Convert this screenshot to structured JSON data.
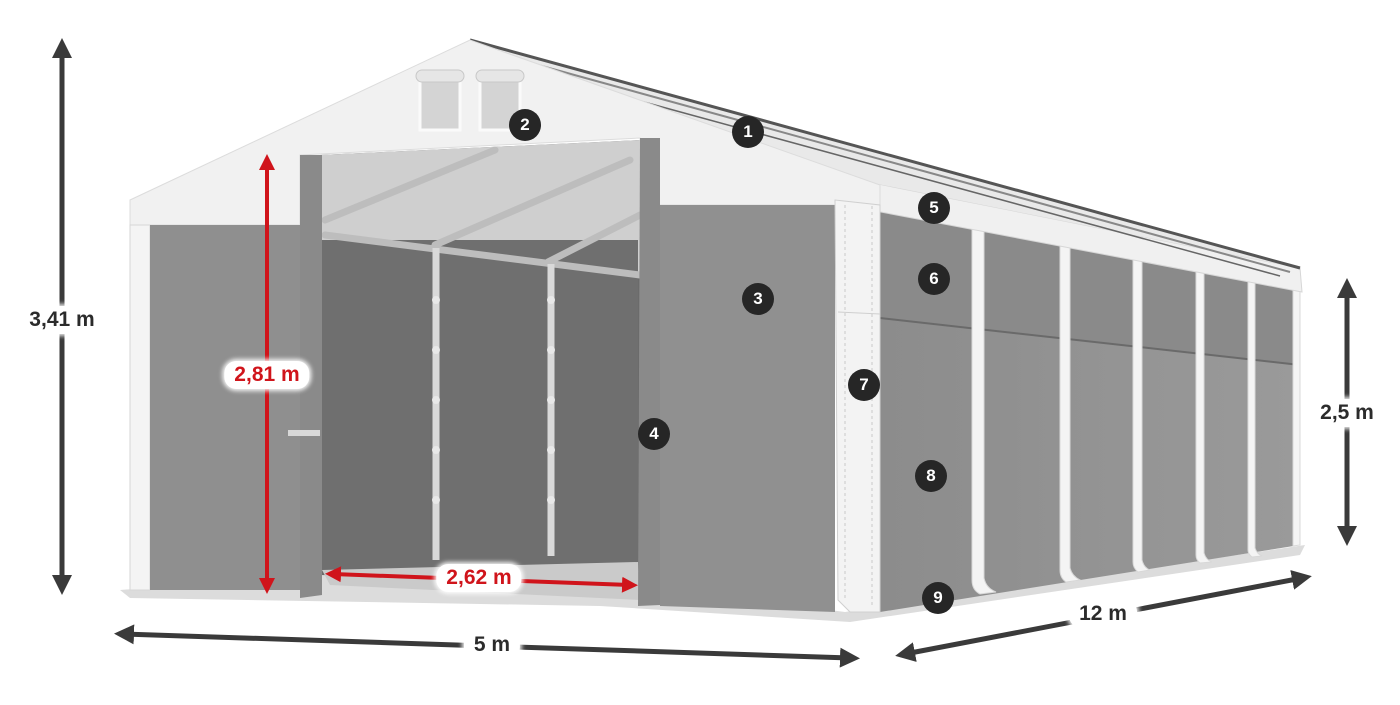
{
  "diagram": {
    "subject": "Storage tent (white roof, grey walls) with dimensions and numbered component callouts",
    "colors": {
      "dimension_dark": "#2b2b2b",
      "dimension_red": "#d0141b",
      "wall_grey": "#8e8e8e",
      "roof_white": "#f2f2f2",
      "marker_bg": "#262626"
    },
    "dimensions": {
      "total_height": "3,41 m",
      "door_height": "2,81 m",
      "door_width": "2,62 m",
      "side_height": "2,5 m",
      "length": "12 m",
      "width": "5 m"
    },
    "markers": [
      {
        "id": "1",
        "label": "1"
      },
      {
        "id": "2",
        "label": "2"
      },
      {
        "id": "3",
        "label": "3"
      },
      {
        "id": "4",
        "label": "4"
      },
      {
        "id": "5",
        "label": "5"
      },
      {
        "id": "6",
        "label": "6"
      },
      {
        "id": "7",
        "label": "7"
      },
      {
        "id": "8",
        "label": "8"
      },
      {
        "id": "9",
        "label": "9"
      }
    ]
  }
}
